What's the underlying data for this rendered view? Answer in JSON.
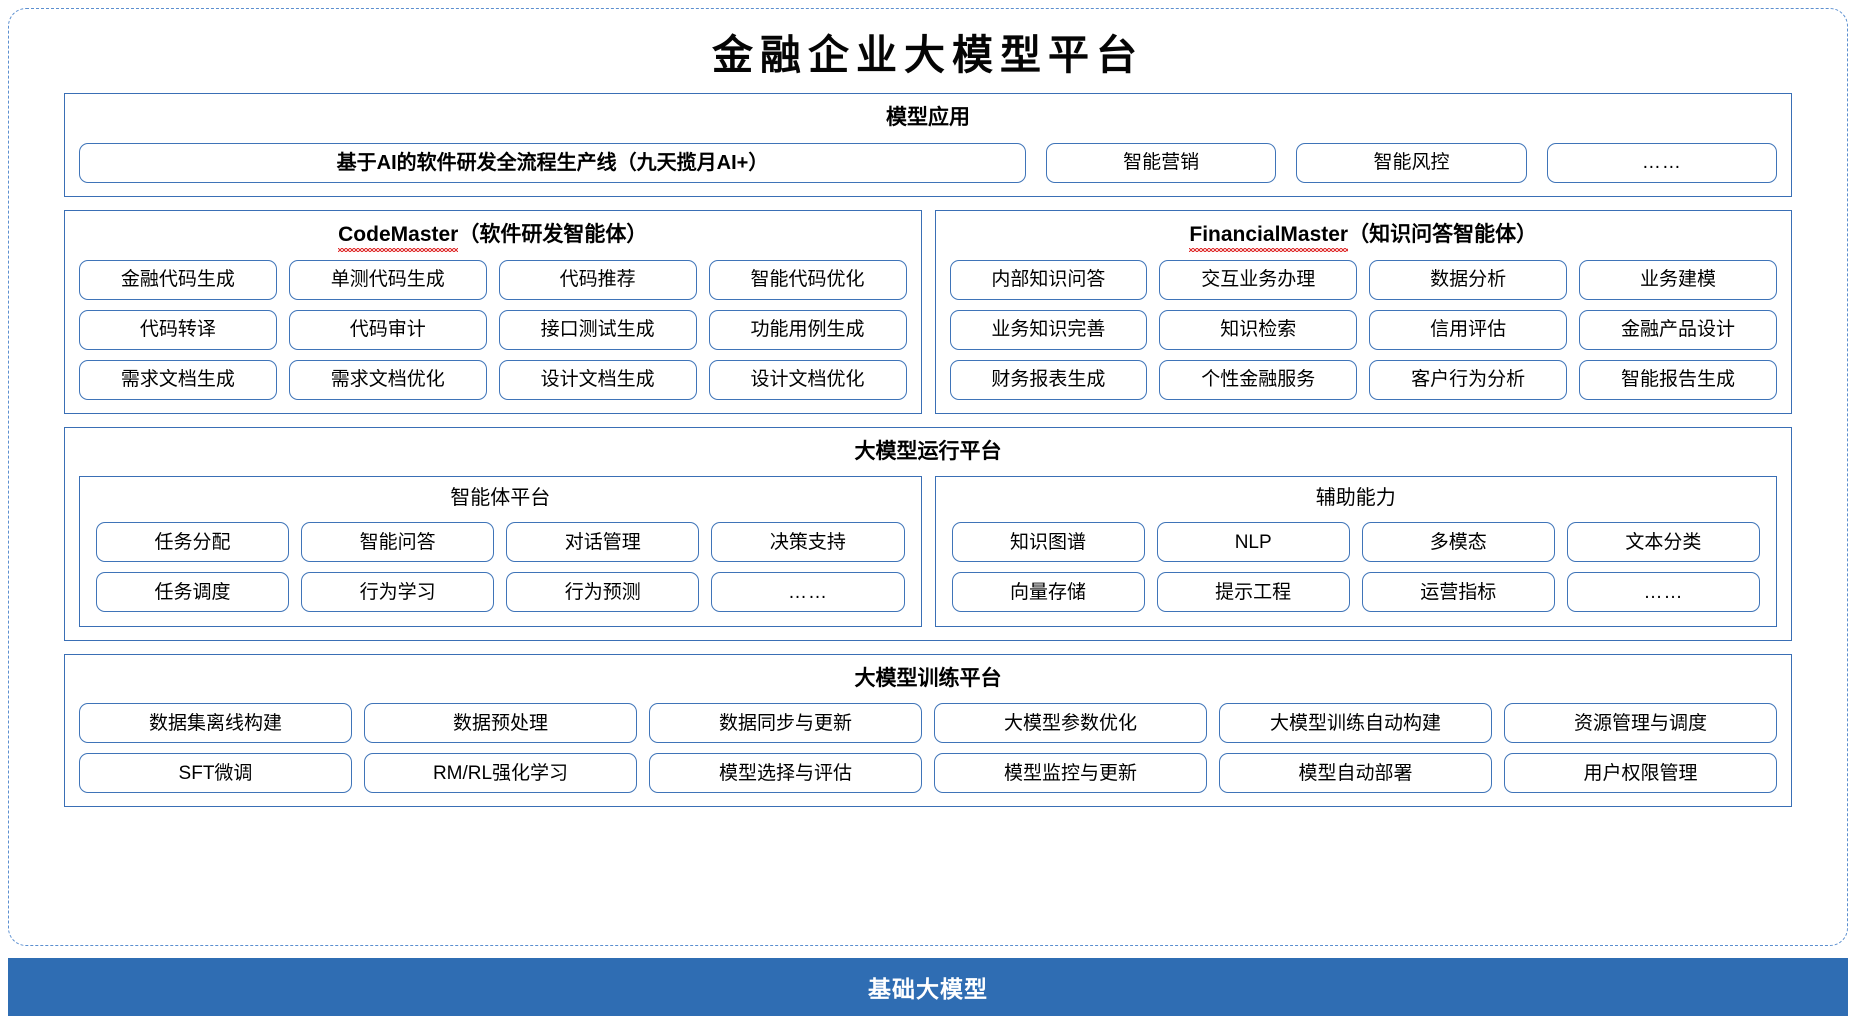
{
  "title": "金融企业大模型平台",
  "sections": {
    "applications": {
      "title": "模型应用",
      "banner": "基于AI的软件研发全流程生产线（九天揽月AI+）",
      "items": [
        "智能营销",
        "智能风控",
        "……"
      ]
    },
    "agents": [
      {
        "name_latin": "CodeMaster",
        "name_cn": "（软件研发智能体）",
        "rows": [
          [
            "金融代码生成",
            "单测代码生成",
            "代码推荐",
            "智能代码优化"
          ],
          [
            "代码转译",
            "代码审计",
            "接口测试生成",
            "功能用例生成"
          ],
          [
            "需求文档生成",
            "需求文档优化",
            "设计文档生成",
            "设计文档优化"
          ]
        ]
      },
      {
        "name_latin": "FinancialMaster",
        "name_cn": "（知识问答智能体）",
        "rows": [
          [
            "内部知识问答",
            "交互业务办理",
            "数据分析",
            "业务建模"
          ],
          [
            "业务知识完善",
            "知识检索",
            "信用评估",
            "金融产品设计"
          ],
          [
            "财务报表生成",
            "个性金融服务",
            "客户行为分析",
            "智能报告生成"
          ]
        ]
      }
    ],
    "runtime": {
      "title": "大模型运行平台",
      "subpanels": [
        {
          "title": "智能体平台",
          "rows": [
            [
              "任务分配",
              "智能问答",
              "对话管理",
              "决策支持"
            ],
            [
              "任务调度",
              "行为学习",
              "行为预测",
              "……"
            ]
          ]
        },
        {
          "title": "辅助能力",
          "rows": [
            [
              "知识图谱",
              "NLP",
              "多模态",
              "文本分类"
            ],
            [
              "向量存储",
              "提示工程",
              "运营指标",
              "……"
            ]
          ]
        }
      ]
    },
    "training": {
      "title": "大模型训练平台",
      "rows": [
        [
          "数据集离线构建",
          "数据预处理",
          "数据同步与更新",
          "大模型参数优化",
          "大模型训练自动构建",
          "资源管理与调度"
        ],
        [
          "SFT微调",
          "RM/RL强化学习",
          "模型选择与评估",
          "模型监控与更新",
          "模型自动部署",
          "用户权限管理"
        ]
      ]
    },
    "foundation": {
      "label": "基础大模型"
    }
  },
  "colors": {
    "frame_dashed": "#5b8fd0",
    "panel_border": "#3a6fb5",
    "chip_border": "#3f74b8",
    "footer_bg": "#2f6db3",
    "spellcheck_red": "#e03131"
  }
}
